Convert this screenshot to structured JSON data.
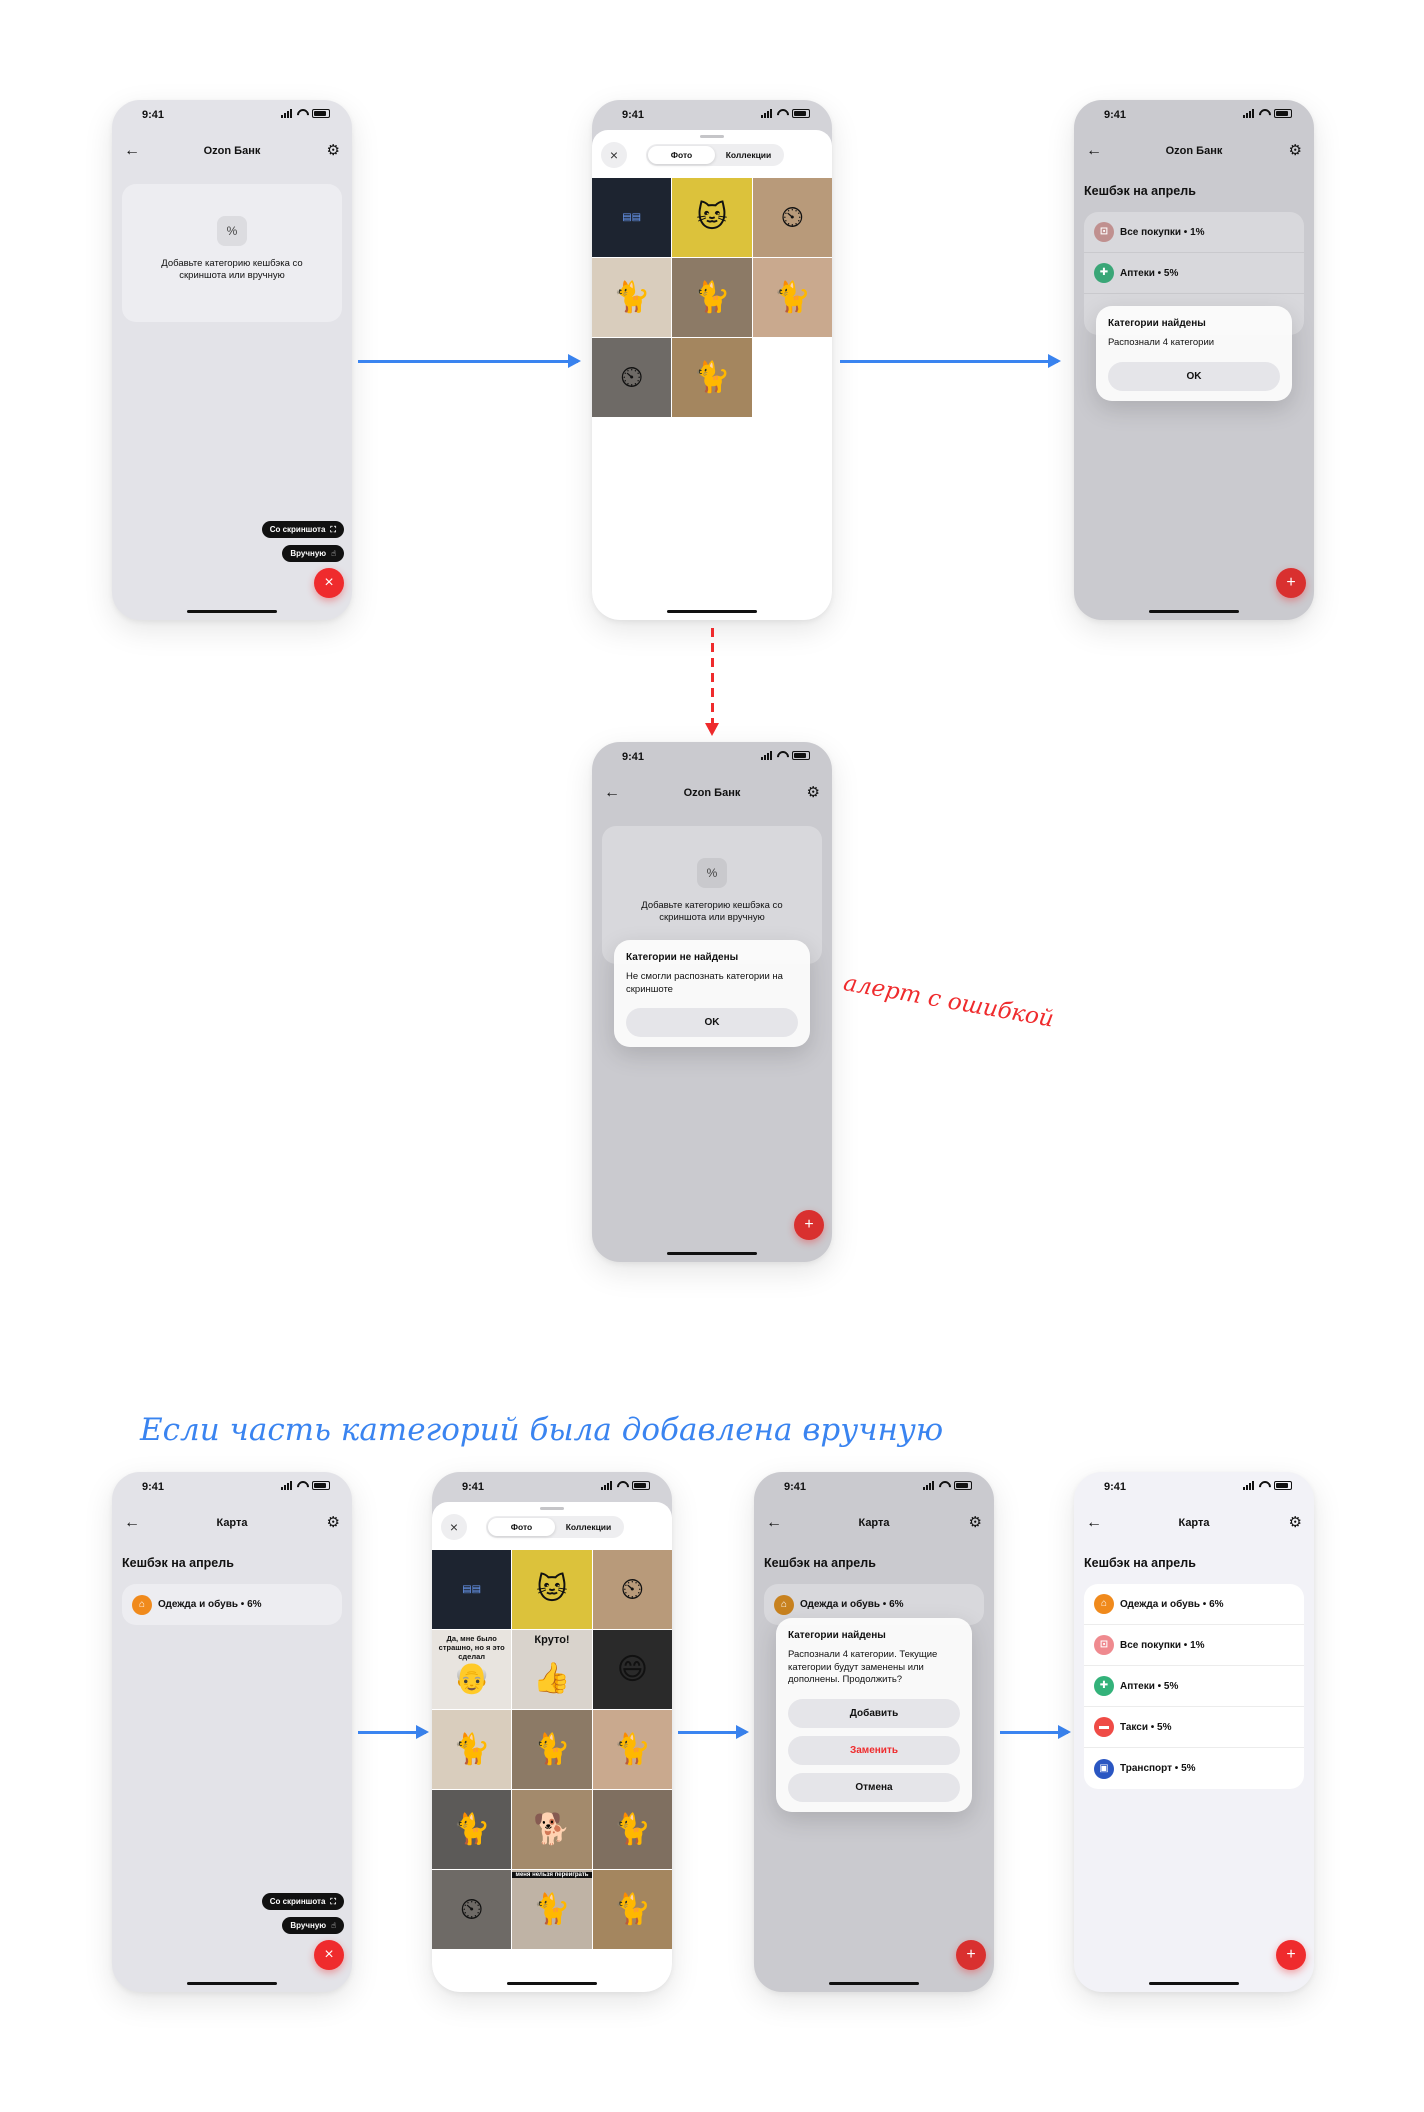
{
  "status": {
    "time": "9:41"
  },
  "common": {
    "back_icon": "←",
    "gear_icon": "⚙",
    "close_icon": "×",
    "percent_icon": "%",
    "plus_icon": "+"
  },
  "screen1": {
    "title": "Ozon Банк",
    "empty_message": "Добавьте категорию кешбэка со скриншота или вручную",
    "screenshot_button": "Со скриншота",
    "manual_button": "Вручную"
  },
  "picker": {
    "tab_photos": "Фото",
    "tab_collections": "Коллекции",
    "meme1": "Да, мне было страшно, но я это сделал",
    "meme2": "Круто!",
    "meme3": "меня нельзя переиграть"
  },
  "screen3": {
    "title": "Ozon Банк",
    "section_title": "Кешбэк на апрель",
    "categories": [
      {
        "label": "Все покупки • 1%"
      },
      {
        "label": "Аптеки • 5%"
      }
    ],
    "alert": {
      "title": "Категории найдены",
      "text": "Распознали 4 категории",
      "ok": "OK"
    }
  },
  "screen_error": {
    "title": "Ozon Банк",
    "empty_message": "Добавьте категорию кешбэка со скриншота или вручную",
    "alert": {
      "title": "Категории не найдены",
      "text": "Не смогли распознать категории на скриншоте",
      "ok": "OK"
    },
    "note": "алерт с ошибкой"
  },
  "section2_heading": "Если часть категорий была добавлена вручную",
  "screen5": {
    "title": "Карта",
    "section_title": "Кешбэк на апрель",
    "category": "Одежда и обувь • 6%",
    "screenshot_button": "Со скриншота",
    "manual_button": "Вручную"
  },
  "screen7": {
    "title": "Карта",
    "section_title": "Кешбэк на апрель",
    "category": "Одежда и обувь • 6%",
    "alert": {
      "title": "Категории найдены",
      "text": "Распознали 4 категории. Текущие категории будут заменены или дополнены. Продолжить?",
      "add": "Добавить",
      "replace": "Заменить",
      "cancel": "Отмена"
    }
  },
  "screen8": {
    "title": "Карта",
    "section_title": "Кешбэк на апрель",
    "categories": [
      {
        "label": "Одежда и обувь • 6%"
      },
      {
        "label": "Все покупки • 1%"
      },
      {
        "label": "Аптеки • 5%"
      },
      {
        "label": "Такси • 5%"
      },
      {
        "label": "Транспорт • 5%"
      }
    ]
  },
  "colors": {
    "accent_red": "#ef2b2d",
    "arrow_blue": "#3a84f0",
    "cat_clothes": "#f08a1c",
    "cat_all": "#ef8a8f",
    "cat_pharmacy": "#33b27a",
    "cat_taxi": "#ef4b46",
    "cat_transport": "#2a56c2"
  },
  "icons": [
    "back-arrow-icon",
    "gear-icon",
    "close-icon",
    "percent-icon",
    "plus-icon",
    "screenshot-icon",
    "hand-icon",
    "hanger-icon",
    "basket-icon",
    "pill-icon",
    "car-icon",
    "bus-icon"
  ]
}
